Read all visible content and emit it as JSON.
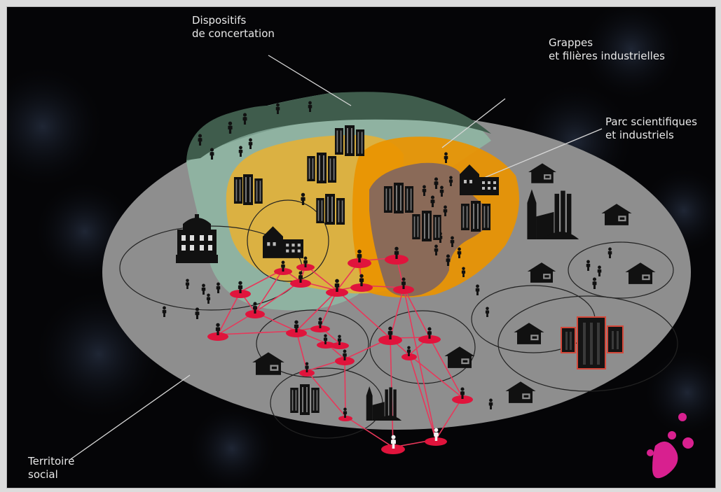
{
  "labels": {
    "dispositifs": [
      "Dispositifs",
      "de concertation"
    ],
    "grappes": [
      "Grappes",
      "et filières industrielles"
    ],
    "parc": [
      "Parc scientifiques",
      "et industriels"
    ],
    "territoire": [
      "Territoire",
      "social"
    ]
  },
  "colors": {
    "background": "#050507",
    "territory": "#8e8e8e",
    "concertation": "#8fb8a4",
    "concertation_top": "#3f5c4c",
    "clusters": "#e2b13a",
    "park": "#ea9400",
    "park_core": "#8a6a58",
    "node": "#e0143c",
    "link": "#e8375a",
    "logo": "#d8208f"
  }
}
